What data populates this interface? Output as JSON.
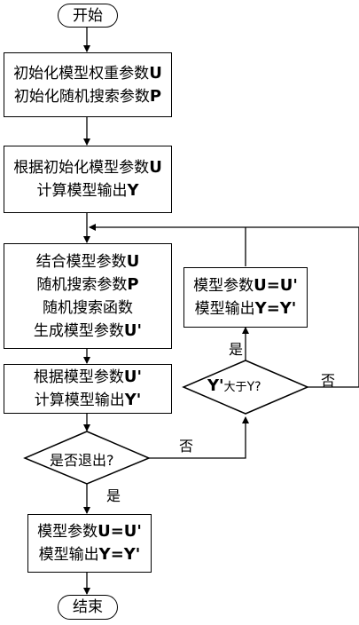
{
  "nodes": {
    "start": "开始",
    "init": [
      {
        "text": "初始化模型权重参数",
        "bold": "U"
      },
      {
        "text": "初始化随机搜索参数",
        "bold": "P"
      }
    ],
    "compute1": [
      {
        "text": "根据初始化模型参数",
        "bold": "U"
      },
      {
        "text": "计算模型输出",
        "bold": "Y"
      }
    ],
    "generate": [
      {
        "text": "结合模型参数",
        "bold": "U"
      },
      {
        "text": "随机搜索参数",
        "bold": "P"
      },
      {
        "text": "随机搜索函数",
        "bold": ""
      },
      {
        "text": "生成模型参数",
        "bold": "U'"
      }
    ],
    "compute2": [
      {
        "text": "根据模型参数",
        "bold": "U'"
      },
      {
        "text": "计算模型输出",
        "bold": "Y'"
      }
    ],
    "exit_decision": "是否退出?",
    "update_right": [
      {
        "text": "模型参数",
        "bold": "U=U'"
      },
      {
        "text": "模型输出",
        "bold": "Y=Y'"
      }
    ],
    "compare_decision": {
      "left": "Y'",
      "mid": "大于",
      "right": "Y?"
    },
    "update_final": [
      {
        "text": "模型参数",
        "bold": "U=U'"
      },
      {
        "text": "模型输出",
        "bold": "Y=Y'"
      }
    ],
    "end": "结束"
  },
  "labels": {
    "exit_yes": "是",
    "exit_no": "否",
    "compare_yes": "是",
    "compare_no": "否"
  }
}
